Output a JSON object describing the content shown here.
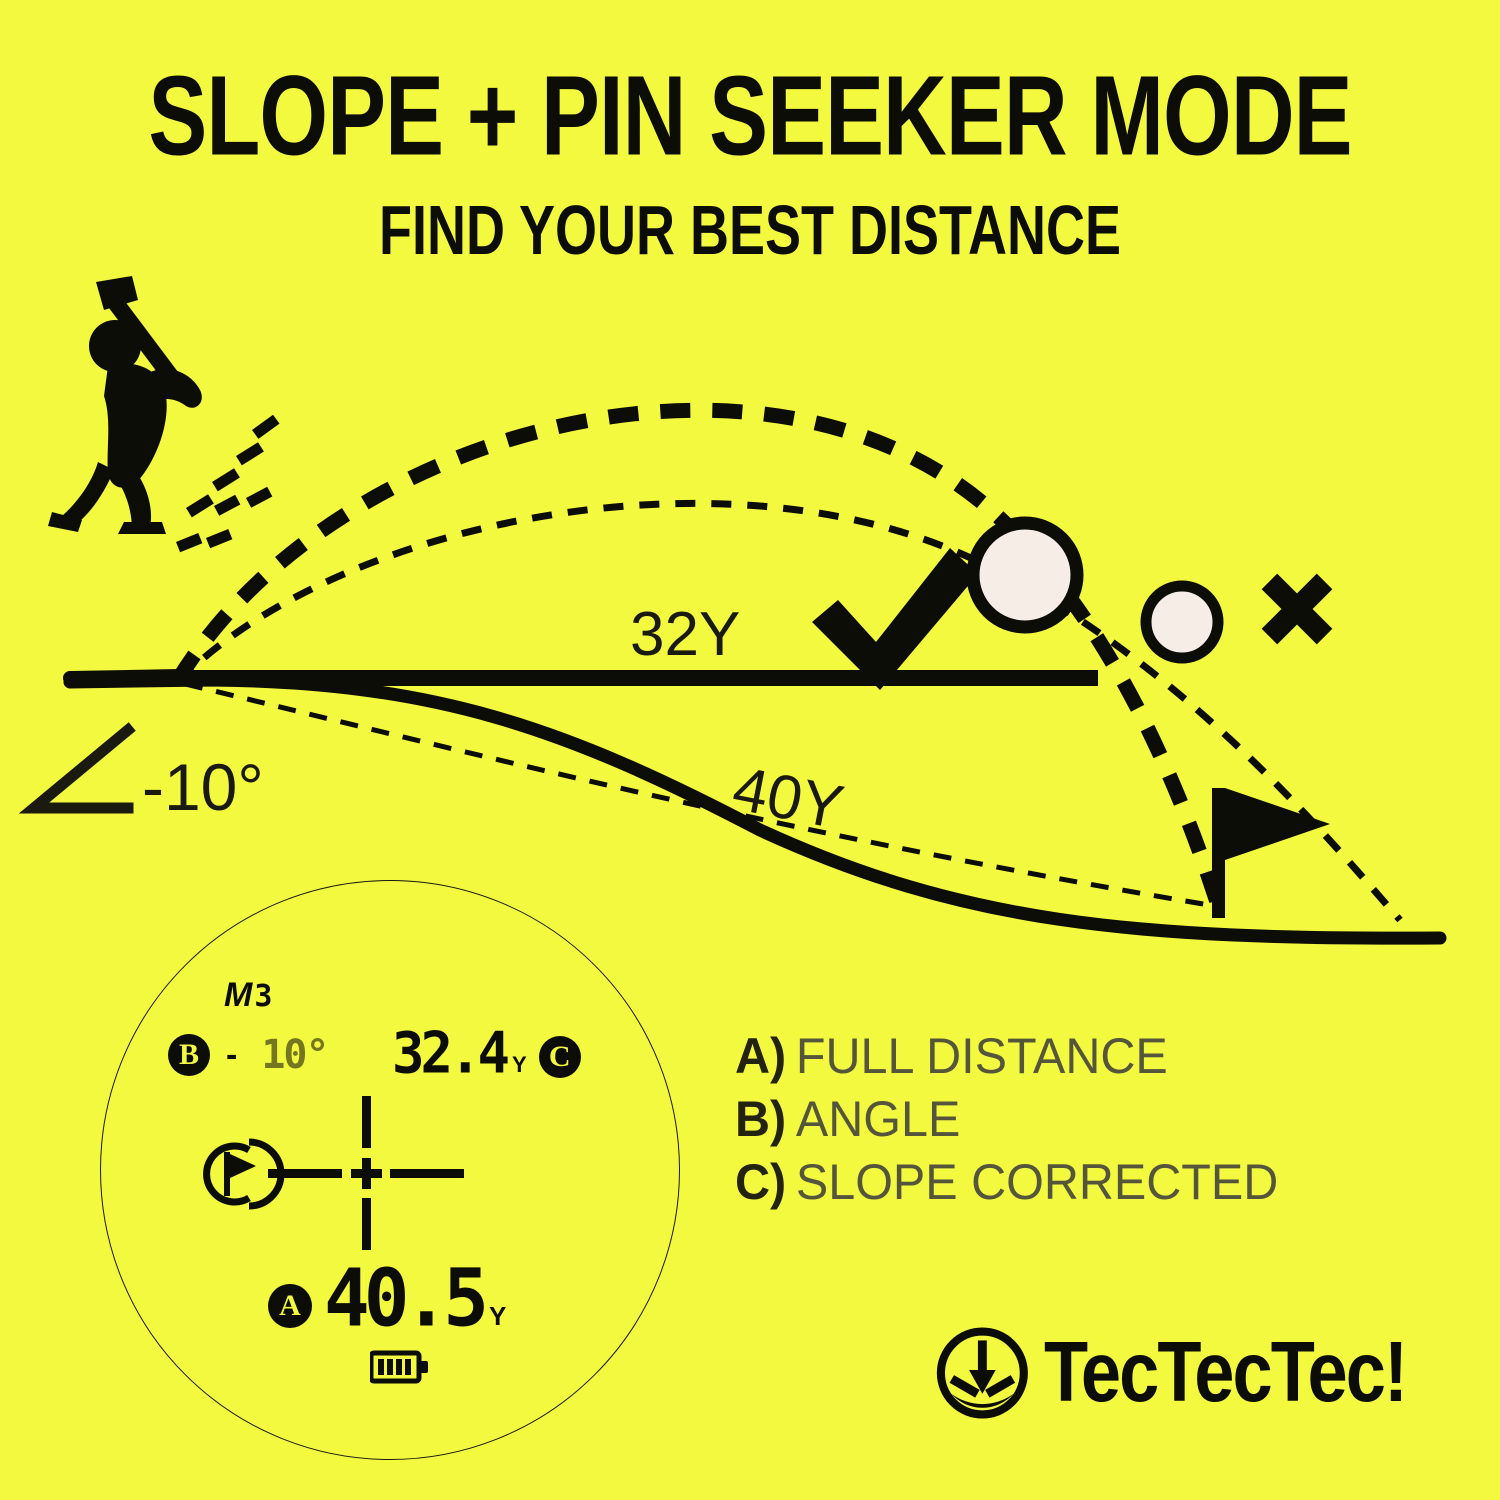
{
  "page": {
    "background_color": "#F3F93E",
    "ink_color": "#0d0d08",
    "ball_color": "#F5EDE6",
    "legend_text_color": "#55553c"
  },
  "header": {
    "title": "SLOPE + PIN SEEKER MODE",
    "subtitle": "FIND YOUR BEST DISTANCE"
  },
  "scene": {
    "horizontal_distance_label": "32Y",
    "slope_distance_label": "40Y",
    "angle_label": "-10°",
    "angle_symbol": "∠",
    "check_mark": "✔",
    "cross_mark": "✖",
    "golfer": "golfer-silhouette",
    "flag": "golf-flag"
  },
  "scope": {
    "mode_prefix": "M",
    "mode_number": "3",
    "badge_b": "B",
    "badge_c": "C",
    "badge_a": "A",
    "angle_sign": "-",
    "angle_value": "10°",
    "slope_corrected_value": "32.4",
    "slope_corrected_unit": "Y",
    "full_distance_value": "40.5",
    "full_distance_unit": "Y",
    "battery_icon": "battery-full-icon",
    "pin_seeker_icon": "pin-seeker-flag-icon",
    "crosshair_icon": "crosshair-icon"
  },
  "legend": [
    {
      "key": "A)",
      "text": "FULL DISTANCE"
    },
    {
      "key": "B)",
      "text": "ANGLE"
    },
    {
      "key": "C)",
      "text": "SLOPE CORRECTED"
    }
  ],
  "logo": {
    "wordmark": "TecTecTec!",
    "emblem": "tectectec-emblem-icon"
  },
  "chart_data": {
    "type": "diagram",
    "title": "SLOPE + PIN SEEKER MODE",
    "subtitle": "FIND YOUR BEST DISTANCE",
    "annotations": [
      {
        "label": "32Y",
        "meaning": "horizontal / slope-corrected play distance"
      },
      {
        "label": "40Y",
        "meaning": "full line-of-sight distance down the slope"
      },
      {
        "label": "-10°",
        "meaning": "downhill inclination angle"
      }
    ],
    "readouts": {
      "mode": "M3",
      "angle": "-10°",
      "slope_corrected": "32.4 Y",
      "full_distance": "40.5 Y"
    },
    "markers": [
      {
        "symbol": "check",
        "meaning": "ball lands on target using slope-corrected distance"
      },
      {
        "symbol": "cross",
        "meaning": "ball overshoots using raw distance"
      }
    ]
  }
}
